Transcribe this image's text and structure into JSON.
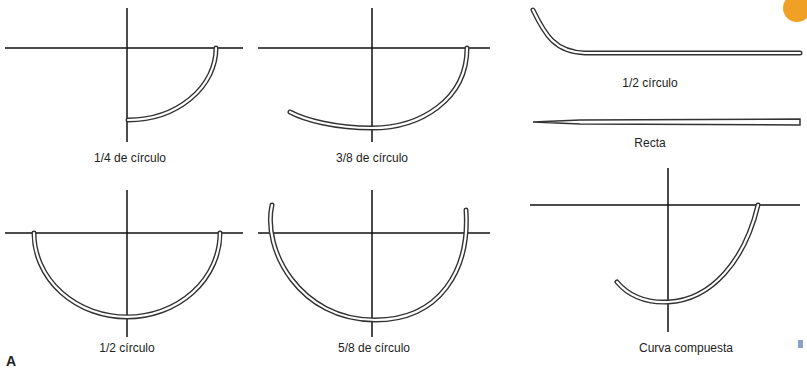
{
  "diagram": {
    "labels": [
      "1/4 de círculo",
      "3/8 de círculo",
      "1/2 círculo",
      "Recta",
      "1/2 círculo",
      "5/8 de círculo",
      "Curva compuesta",
      "A"
    ]
  }
}
